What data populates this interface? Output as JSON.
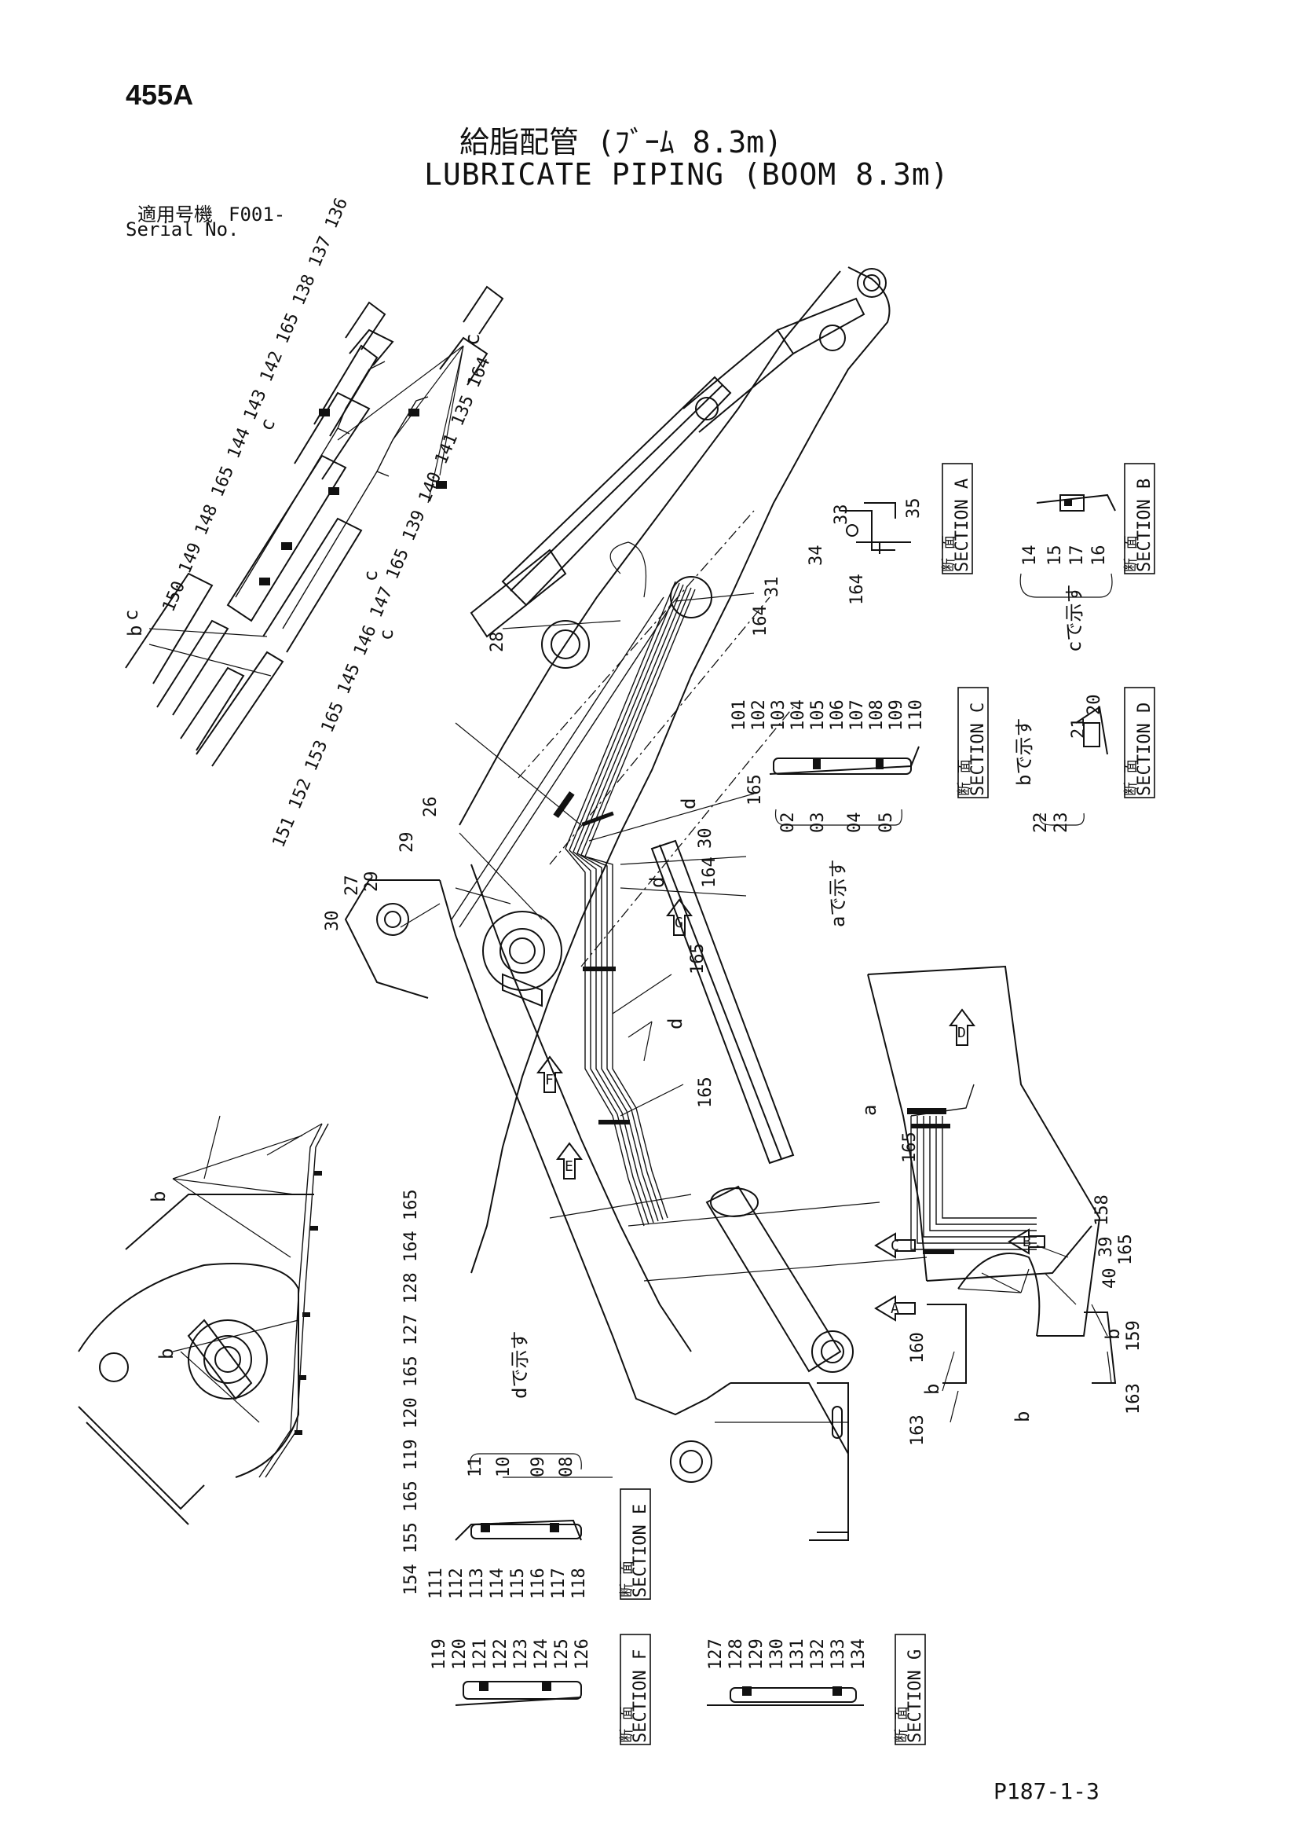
{
  "header": {
    "page_number": "455A",
    "title_jp": "給脂配管 (ﾌﾞｰﾑ 8.3m)",
    "title_en": "LUBRICATE PIPING (BOOM 8.3m)",
    "serial_label_jp": "適用号機",
    "serial_value": "F001-",
    "serial_label_en": "Serial No."
  },
  "footer": {
    "doc_ref": "P187-1-3"
  },
  "sections": {
    "marker_jp": "断 面",
    "A": "SECTION A",
    "B": "SECTION B",
    "C": "SECTION C",
    "D": "SECTION D",
    "E": "SECTION E",
    "F": "SECTION F",
    "G": "SECTION G",
    "c_note": "cで示す",
    "b_note": "bで示す",
    "a_note": "aで示す",
    "d_note": "dで示す"
  },
  "callouts": {
    "view_letters": [
      "A",
      "B",
      "C",
      "D",
      "E",
      "F",
      "G"
    ],
    "leader_letters": [
      "a",
      "b",
      "c",
      "d"
    ],
    "upper_left_stack_1": "150 149 148 165 144 143 142 165 138 137 136",
    "upper_left_stack_2": "151 152 153 165 145 146 147 165 139 140 141 135 164",
    "bottom_left_stack_1": "154 155 165 119 120 165 127 128 164 165",
    "section_A_parts": [
      "33",
      "34",
      "35",
      "164"
    ],
    "section_B_parts": [
      "14",
      "15",
      "17",
      "16"
    ],
    "section_C_parts_top": [
      "101",
      "102",
      "103",
      "104",
      "105",
      "106",
      "107",
      "108",
      "109",
      "110"
    ],
    "section_C_parts_bottom": [
      "02",
      "03",
      "04",
      "05"
    ],
    "section_D_parts": [
      "20",
      "21",
      "22",
      "23"
    ],
    "section_E_parts_top": [
      "11",
      "10",
      "09",
      "08"
    ],
    "section_E_parts_bottom": [
      "111",
      "112",
      "113",
      "114",
      "115",
      "116",
      "117",
      "118"
    ],
    "section_F_parts": [
      "119",
      "120",
      "121",
      "122",
      "123",
      "124",
      "125",
      "126"
    ],
    "section_G_parts": [
      "127",
      "128",
      "129",
      "130",
      "131",
      "132",
      "133",
      "134"
    ],
    "main_view_parts": [
      "26",
      "27",
      "28",
      "29",
      "30",
      "31",
      "164",
      "165"
    ],
    "right_view_parts": [
      "158",
      "39",
      "165",
      "40",
      "159",
      "160",
      "163"
    ]
  }
}
